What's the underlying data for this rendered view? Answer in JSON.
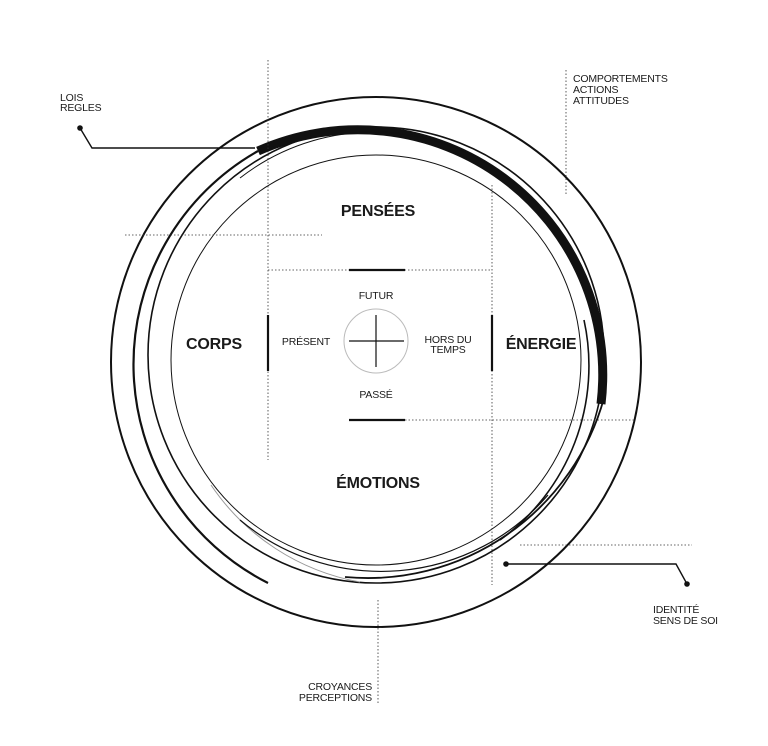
{
  "colors": {
    "ink": "#111111",
    "background": "#ffffff"
  },
  "quadrants": {
    "top": "PENSÉES",
    "left": "CORPS",
    "right": "ÉNERGIE",
    "bottom": "ÉMOTIONS"
  },
  "center": {
    "top": "FUTUR",
    "left": "PRÉSENT",
    "right_line1": "HORS DU",
    "right_line2": "TEMPS",
    "bottom": "PASSÉ"
  },
  "annotations": {
    "top_left": [
      "LOIS",
      "REGLES"
    ],
    "top_right": [
      "COMPORTEMENTS",
      "ACTIONS",
      "ATTITUDES"
    ],
    "bottom_right": [
      "IDENTITÉ",
      "SENS DE SOI"
    ],
    "bottom_center": [
      "CROYANCES",
      "PERCEPTIONS"
    ]
  }
}
